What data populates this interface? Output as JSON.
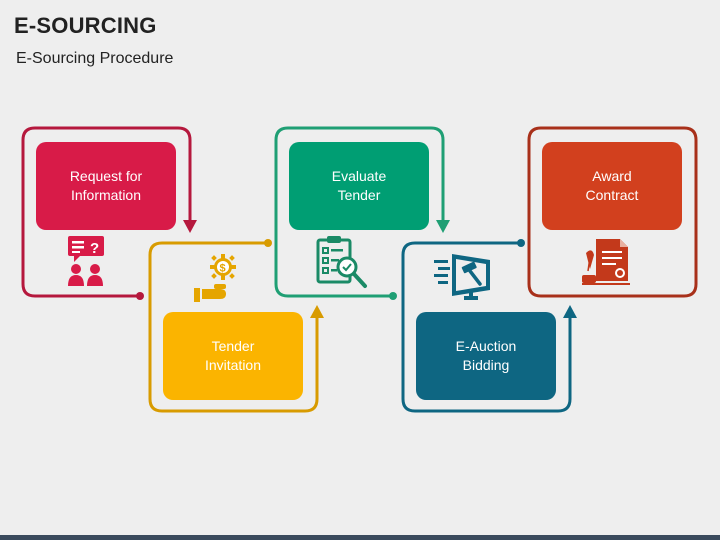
{
  "header": {
    "title": "E-SOURCING",
    "subtitle": "E-Sourcing Procedure"
  },
  "steps": [
    {
      "label": "Request for\nInformation",
      "color": "#d81b48",
      "icon": "questionnaire-people-icon"
    },
    {
      "label": "Tender\nInvitation",
      "color": "#fbb400",
      "icon": "hand-gear-dollar-icon"
    },
    {
      "label": "Evaluate\nTender",
      "color": "#009e73",
      "icon": "clipboard-checklist-magnifier-icon"
    },
    {
      "label": "E-Auction\nBidding",
      "color": "#0e6682",
      "icon": "monitor-gavel-icon"
    },
    {
      "label": "Award\nContract",
      "color": "#d2401e",
      "icon": "contract-quill-certificate-icon"
    }
  ],
  "colors": {
    "background": "#eeeeee",
    "frame_red": "#b5183d",
    "frame_gold": "#d89b00",
    "frame_green": "#1f9f74",
    "frame_teal": "#0e6682",
    "frame_brown": "#a8301a"
  }
}
